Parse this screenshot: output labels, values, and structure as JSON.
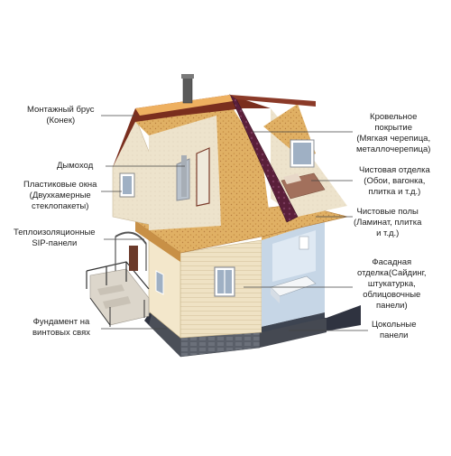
{
  "colors": {
    "roof_edge": "#7a2e1e",
    "roof_shingle": "#5a1f3a",
    "osb": "#e0b064",
    "osb_dark": "#c89046",
    "siding": "#efe2c4",
    "plinth": "#555a63",
    "foundation_shadow": "#2f3340",
    "leader": "#444444"
  },
  "labels": {
    "ridge": [
      "Монтажный брус",
      "(Конек)"
    ],
    "chimney": [
      "Дымоход"
    ],
    "windows": [
      "Пластиковые окна",
      "(Двухкамерные",
      "стеклопакеты)"
    ],
    "sip": [
      "Теплоизоляционные",
      "SIP-панели"
    ],
    "foundation": [
      "Фундамент на",
      "винтовых свях"
    ],
    "roofing": [
      "Кровельное",
      "покрытие",
      "(Мягкая черепица,",
      "металлочерепица)"
    ],
    "finish": [
      "Чистовая отделка",
      "(Обои, вагонка,",
      "плитка и т.д.)"
    ],
    "floors": [
      "Чистовые полы",
      "(Ламинат, плитка",
      "и т.д.)"
    ],
    "facade": [
      "Фасадная",
      "отделка(Сайдинг,",
      "штукатурка,",
      "облицовочные",
      "панели)"
    ],
    "plinth": [
      "Цокольные",
      "панели"
    ]
  }
}
